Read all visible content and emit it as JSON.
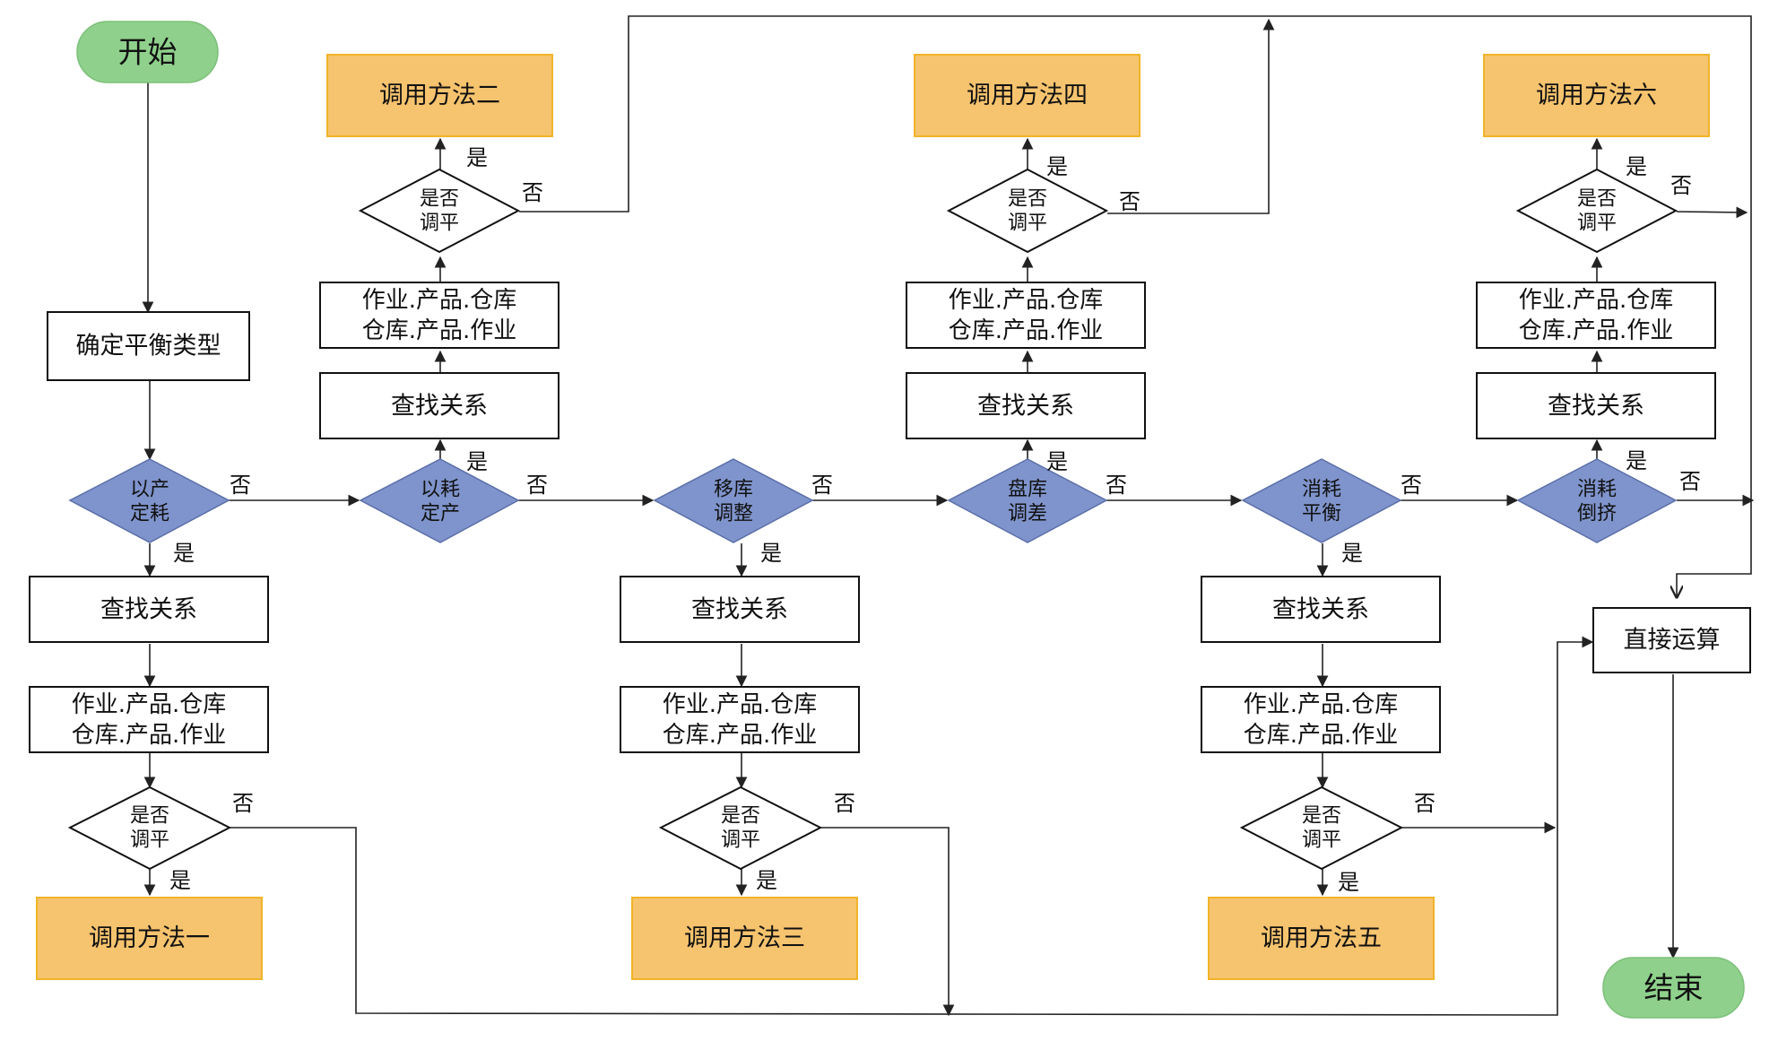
{
  "labels": {
    "start": "开始",
    "end": "结束",
    "determine_type": "确定平衡类型",
    "find_relation": "查找关系",
    "relation_line1": "作业.产品.仓库",
    "relation_line2": "仓库.产品.作业",
    "balanced_line1": "是否",
    "balanced_line2": "调平",
    "direct_calc": "直接运算",
    "yes": "是",
    "no": "否"
  },
  "type_decisions": [
    {
      "line1": "以产",
      "line2": "定耗"
    },
    {
      "line1": "以耗",
      "line2": "定产"
    },
    {
      "line1": "移库",
      "line2": "调整"
    },
    {
      "line1": "盘库",
      "line2": "调差"
    },
    {
      "line1": "消耗",
      "line2": "平衡"
    },
    {
      "line1": "消耗",
      "line2": "倒挤"
    }
  ],
  "methods": [
    "调用方法一",
    "调用方法二",
    "调用方法三",
    "调用方法四",
    "调用方法五",
    "调用方法六"
  ],
  "colors": {
    "terminal": "#8FD18C",
    "method": "#F6C36E",
    "type_decision": "#7F94CC"
  }
}
